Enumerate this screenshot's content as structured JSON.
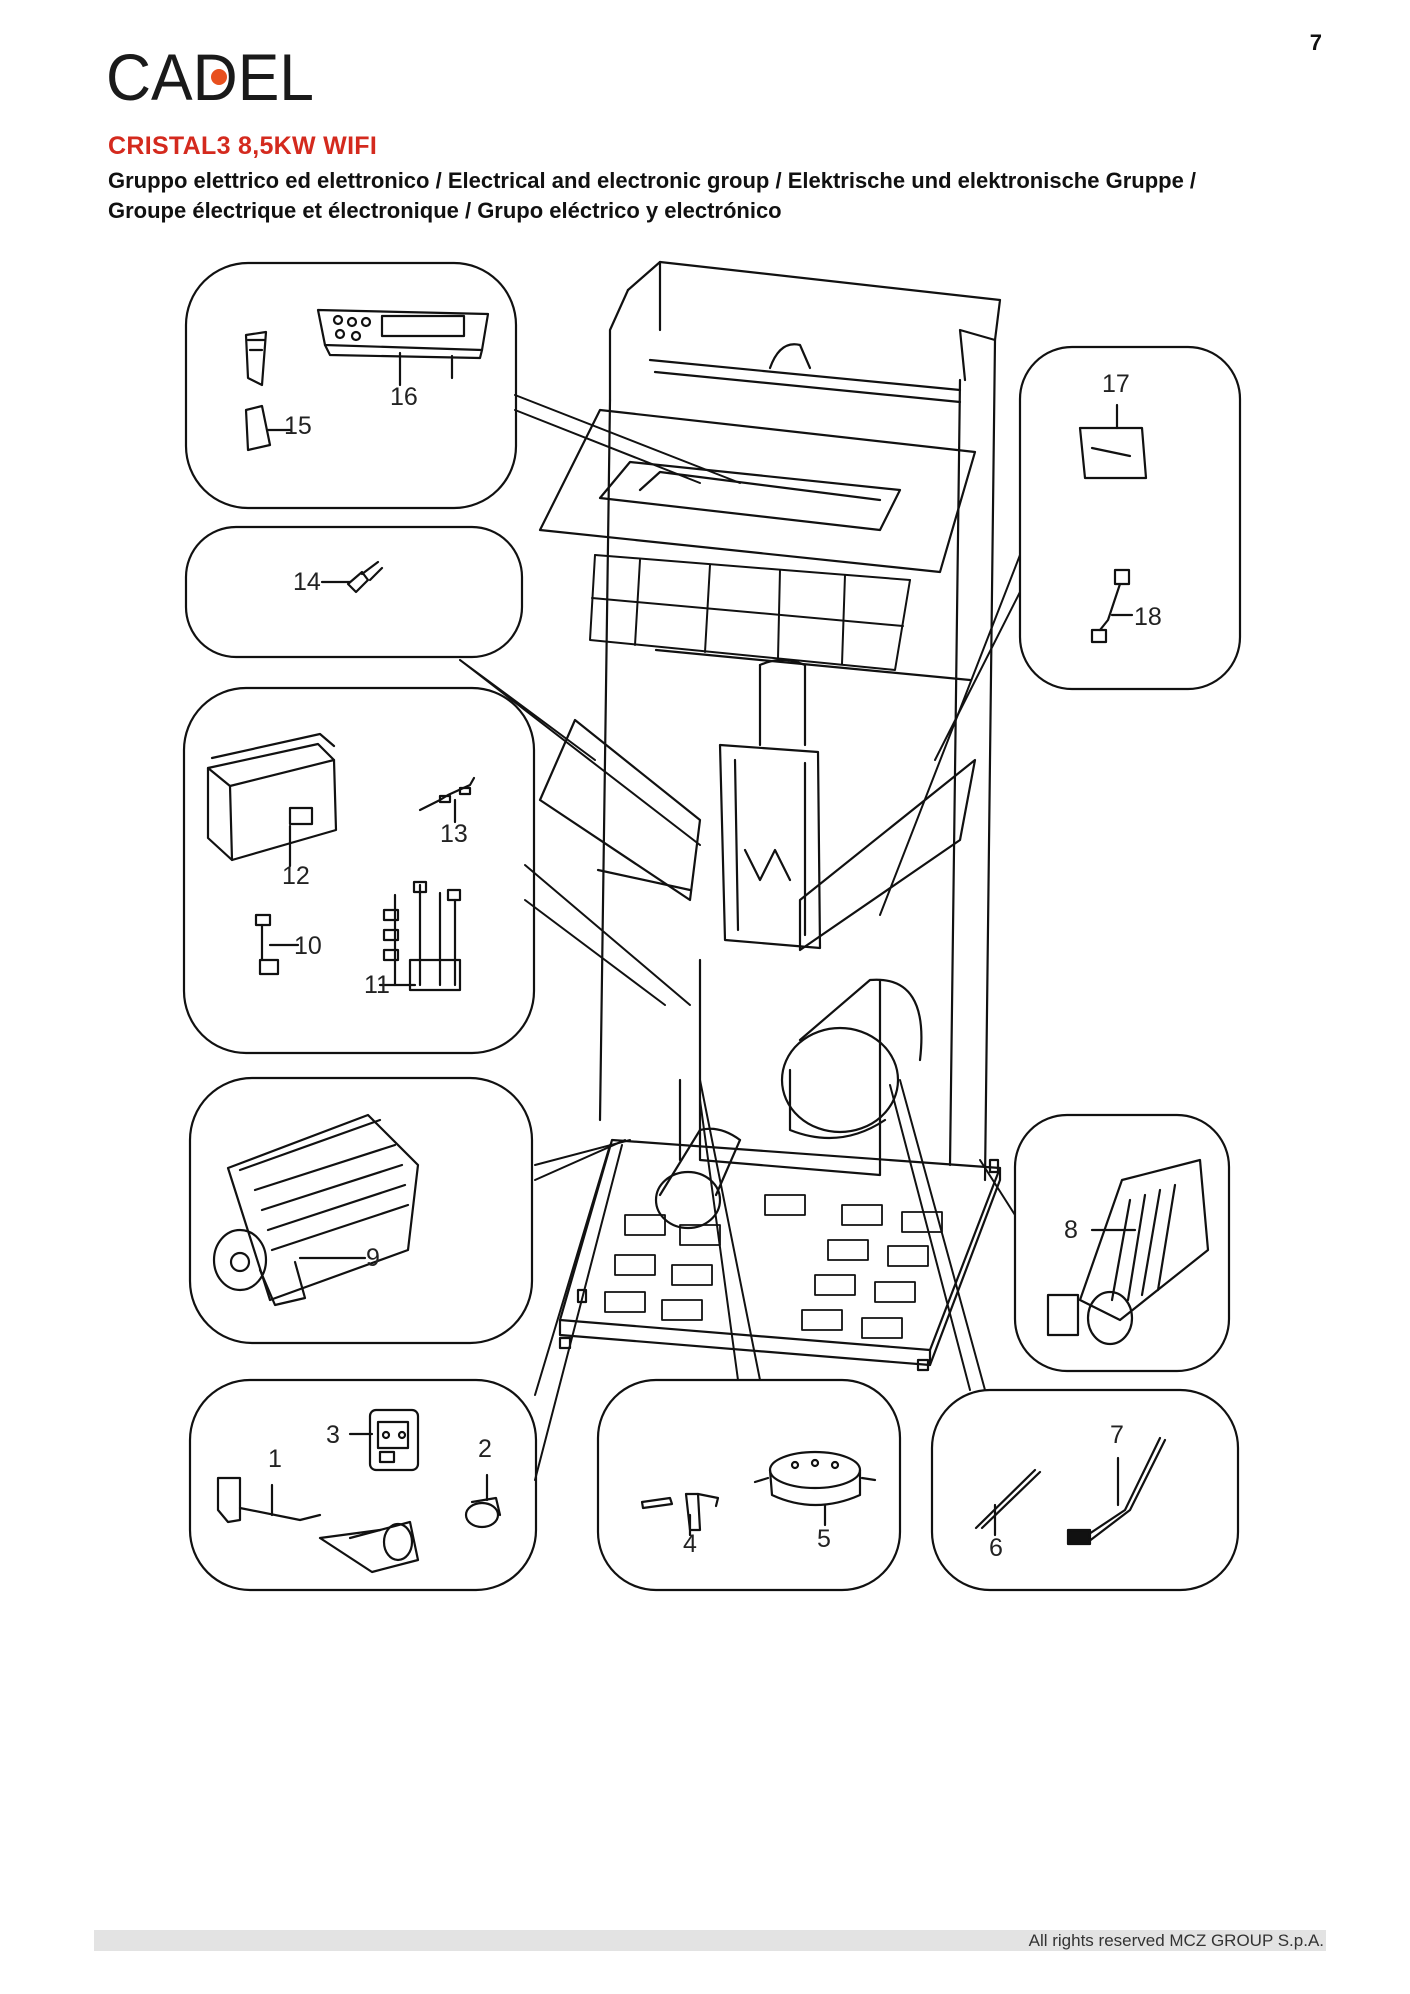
{
  "page_number": "7",
  "brand": {
    "logo_text": "CADEL",
    "accent_color": "#e8501e"
  },
  "header": {
    "title": "CRISTAL3 8,5KW WIFI",
    "subtitle_line1": "Gruppo elettrico ed elettronico / Electrical and electronic group / Elektrische und elektronische Gruppe /",
    "subtitle_line2": "Groupe électrique et électronique / Grupo eléctrico y electrónico",
    "title_color": "#d42a1e"
  },
  "callouts": {
    "c1": "1",
    "c2": "2",
    "c3": "3",
    "c4": "4",
    "c5": "5",
    "c6": "6",
    "c7": "7",
    "c8": "8",
    "c9": "9",
    "c10": "10",
    "c11": "11",
    "c12": "12",
    "c13": "13",
    "c14": "14",
    "c15": "15",
    "c16": "16",
    "c17": "17",
    "c18": "18"
  },
  "footer": {
    "copyright": "All rights reserved MCZ GROUP S.p.A."
  }
}
